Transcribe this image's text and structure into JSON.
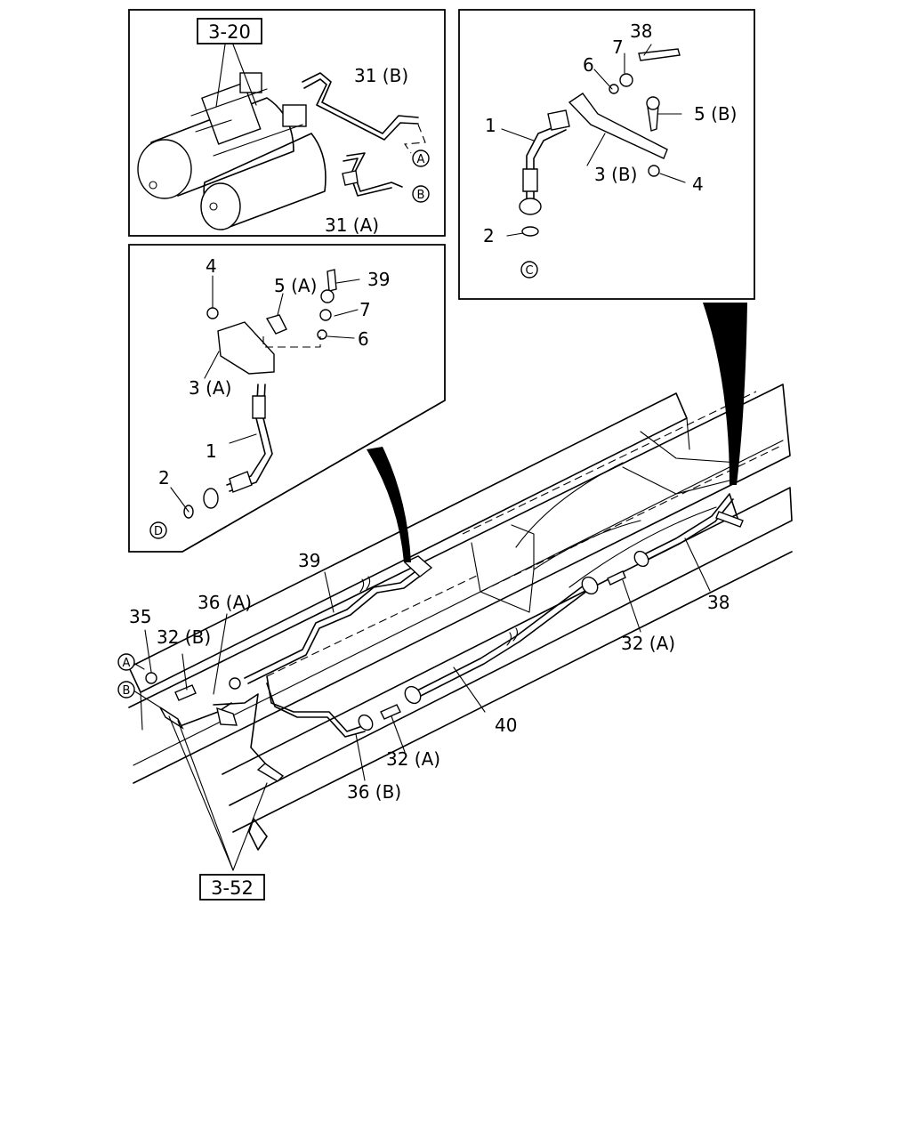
{
  "references": {
    "top_left": "3-20",
    "bottom": "3-52"
  },
  "circle_markers": {
    "a": "A",
    "b": "B",
    "c": "C",
    "d": "D"
  },
  "labels": {
    "p1": "1",
    "p2": "2",
    "p3a": "3 (A)",
    "p3b": "3 (B)",
    "p4": "4",
    "p5a": "5 (A)",
    "p5b": "5 (B)",
    "p6": "6",
    "p7": "7",
    "p31a": "31 (A)",
    "p31b": "31 (B)",
    "p32a": "32 (A)",
    "p32b": "32 (B)",
    "p35": "35",
    "p36a": "36 (A)",
    "p36b": "36 (B)",
    "p38": "38",
    "p39": "39",
    "p40": "40"
  }
}
